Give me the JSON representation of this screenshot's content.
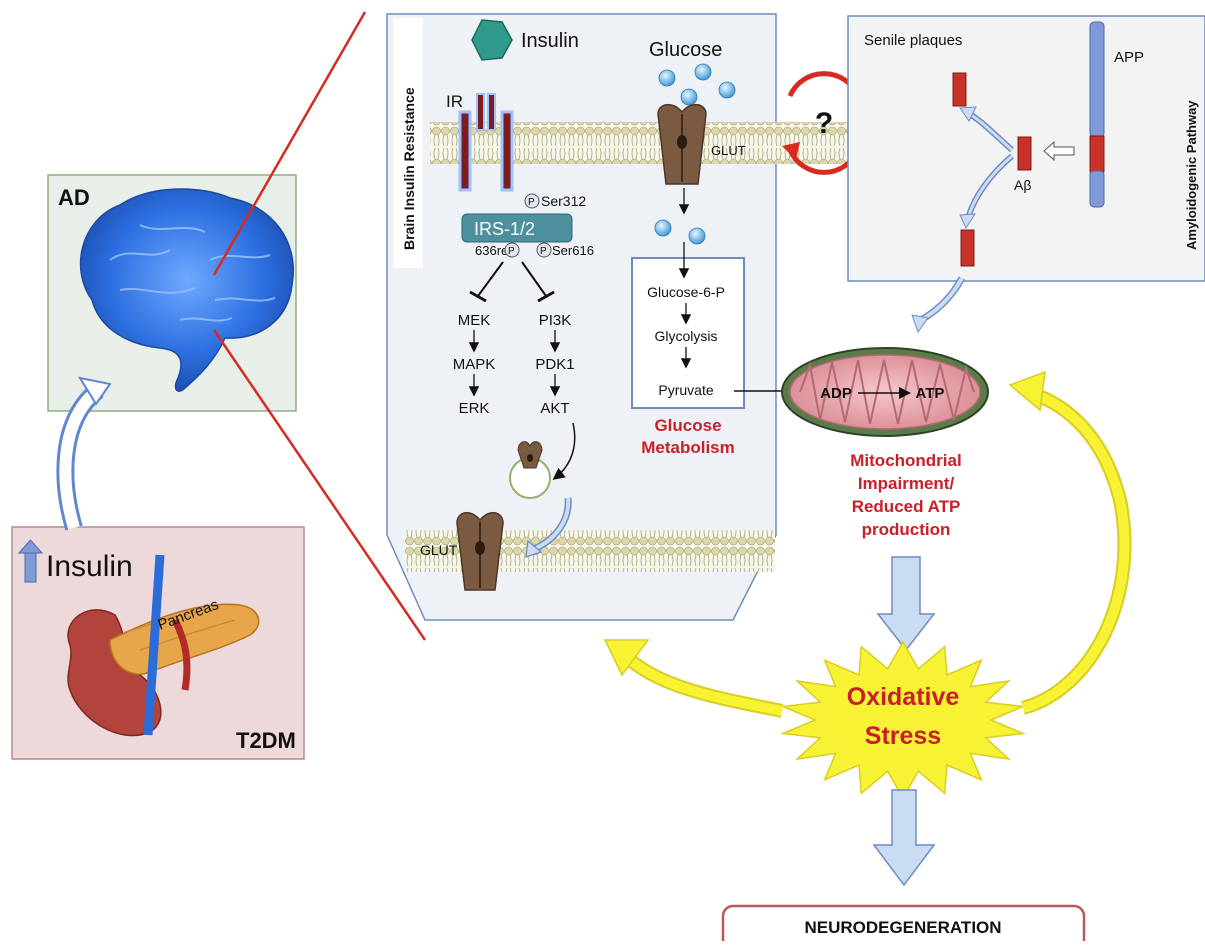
{
  "left_panels": {
    "ad_label": "AD",
    "insulin_label": "Insulin",
    "pancreas_label": "Pancreas",
    "t2dm_label": "T2DM"
  },
  "brain_panel": {
    "title": "Brain Insulin Resistance",
    "insulin": "Insulin",
    "ir": "IR",
    "irs": "IRS-1/2",
    "ser312": "Ser312",
    "ser636": "636reS",
    "ser616": "Ser616",
    "p": "P",
    "pathway_left": [
      "MEK",
      "MAPK",
      "ERK"
    ],
    "pathway_right": [
      "PI3K",
      "PDK1",
      "AKT"
    ],
    "glut_bottom": "GLUT",
    "glucose": "Glucose",
    "glut_top": "GLUT",
    "metabolism_steps": [
      "Glucose-6-P",
      "Glycolysis",
      "Pyruvate"
    ],
    "metabolism_title": [
      "Glucose",
      "Metabolism"
    ]
  },
  "question_mark": "?",
  "amyloid_panel": {
    "title": "Amyloidogenic Pathway",
    "senile": "Senile plaques",
    "app": "APP",
    "abeta": "Aβ"
  },
  "mito": {
    "adp": "ADP",
    "atp": "ATP",
    "caption": [
      "Mitochondrial",
      "Impairment/",
      "Reduced ATP",
      "production"
    ]
  },
  "stress": [
    "Oxidative",
    "Stress"
  ],
  "neuro": "NEURODEGENERATION",
  "colors": {
    "red_text": "#c8202a",
    "panel_fill": "#eef2f6",
    "panel_border": "#6e8cc0",
    "membrane": "#d8d3a4",
    "yellow": "#f5f234",
    "light_arrow": "#c9dcf3"
  }
}
